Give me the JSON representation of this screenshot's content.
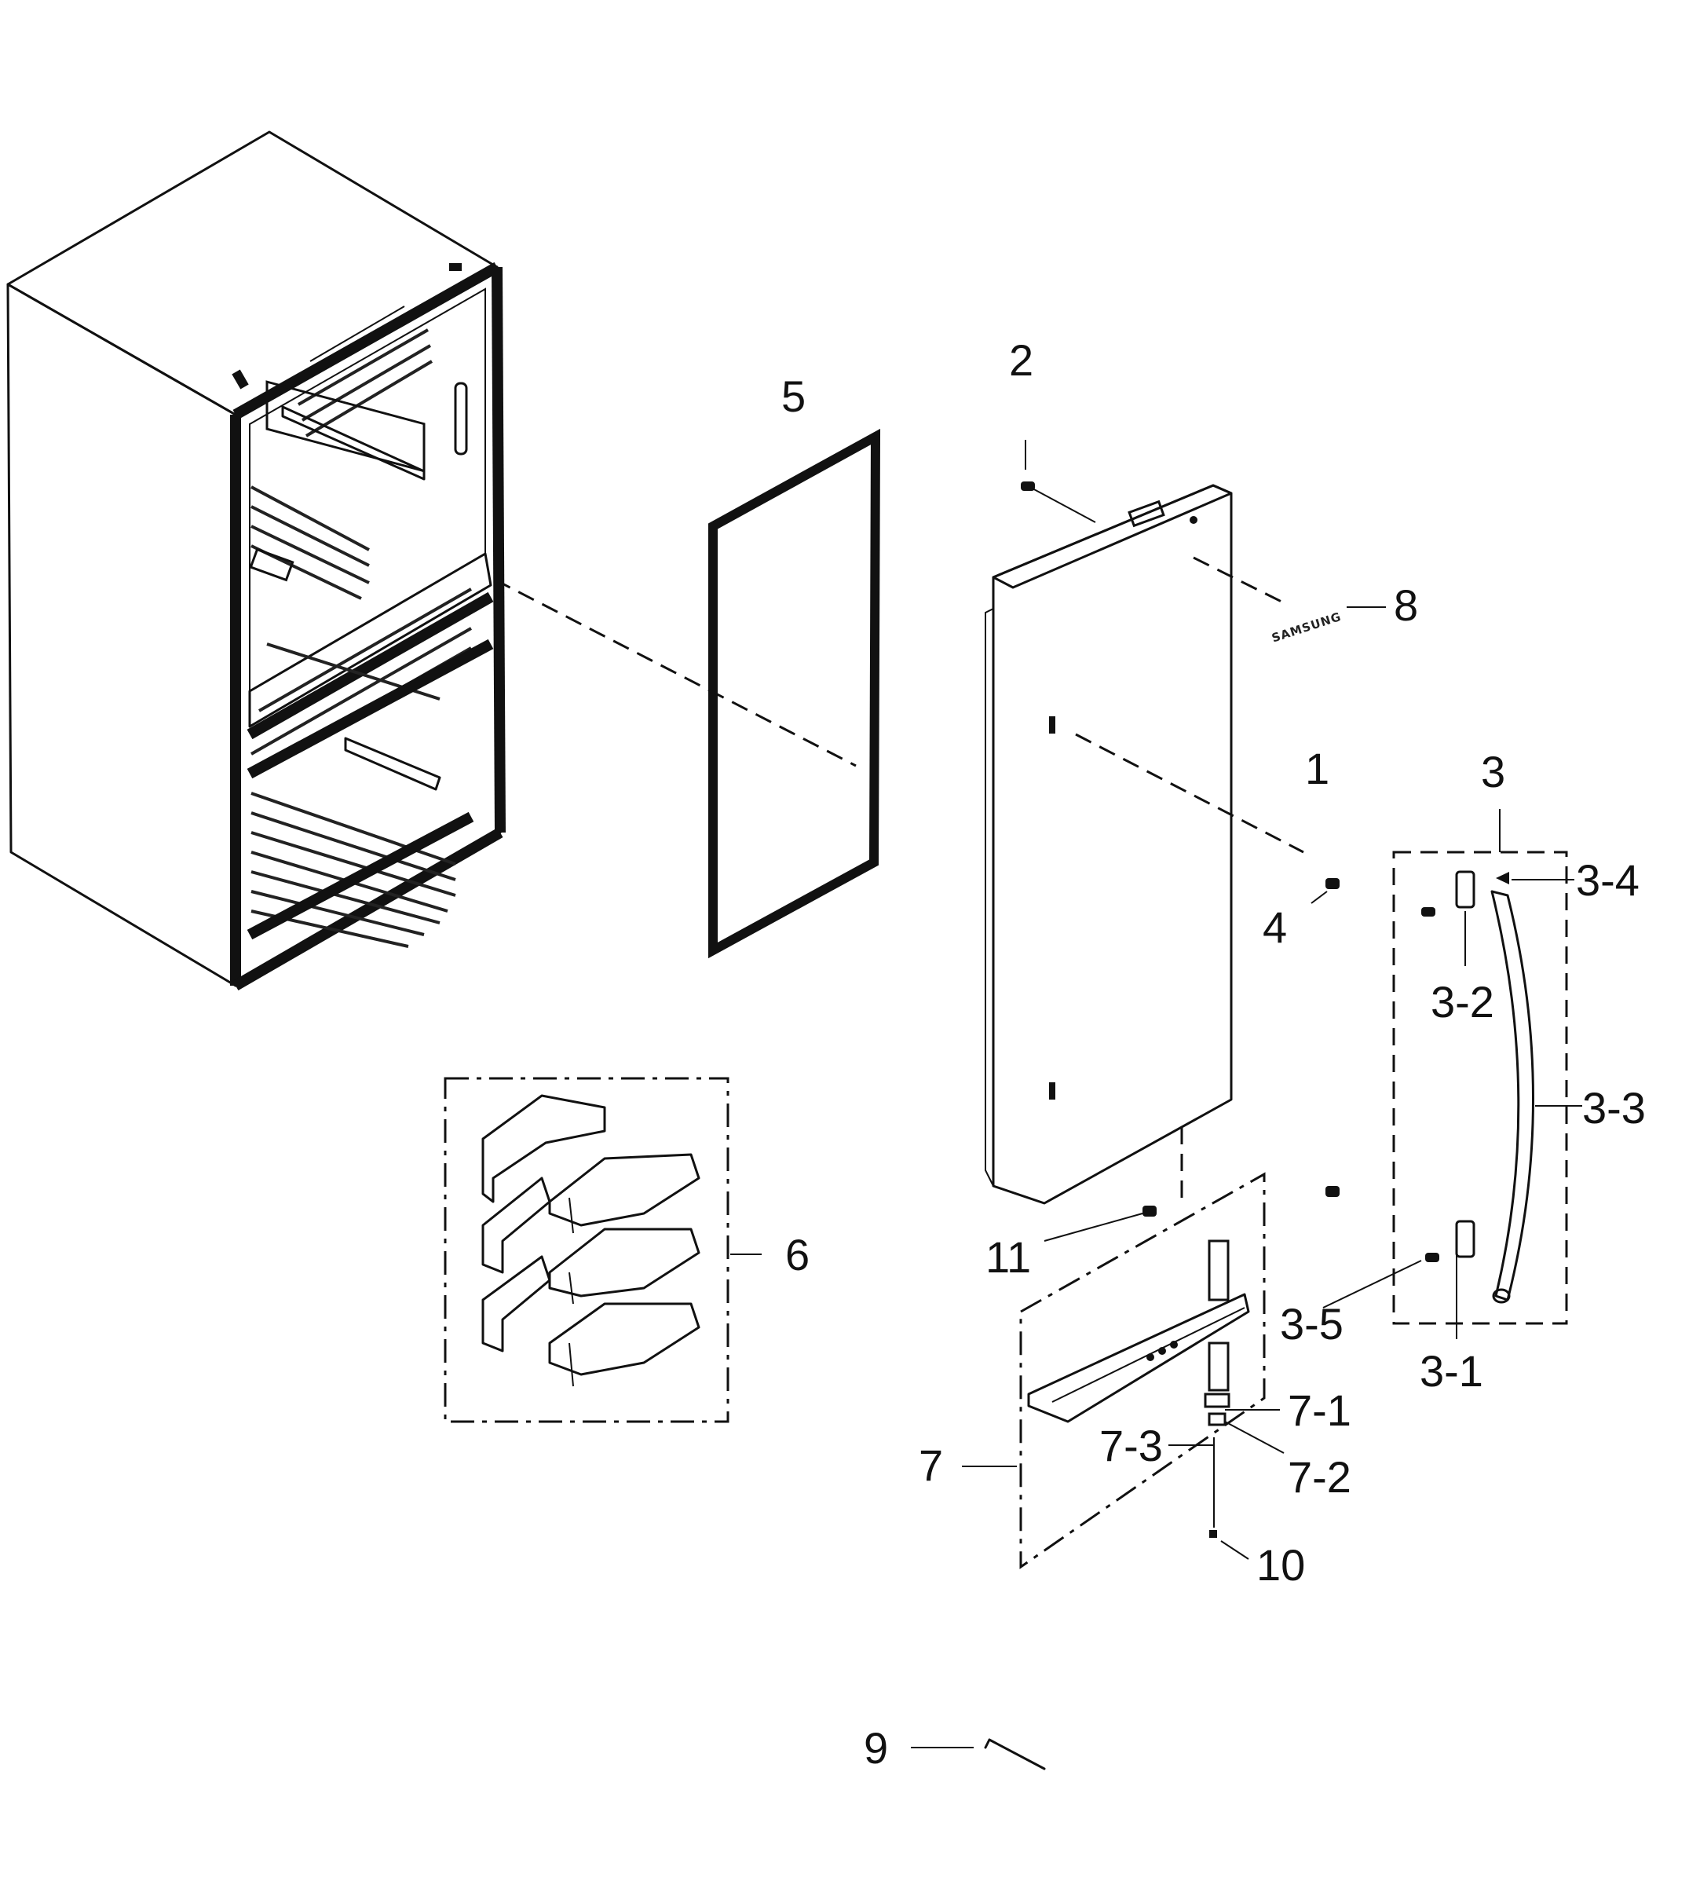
{
  "callouts": {
    "c1": "1",
    "c2": "2",
    "c3": "3",
    "c3_1": "3-1",
    "c3_2": "3-2",
    "c3_3": "3-3",
    "c3_4": "3-4",
    "c3_5": "3-5",
    "c4": "4",
    "c5": "5",
    "c6": "6",
    "c7": "7",
    "c7_1": "7-1",
    "c7_2": "7-2",
    "c7_3": "7-3",
    "c8": "8",
    "c9": "9",
    "c10": "10",
    "c11": "11"
  },
  "brand_text": "SAMSUNG",
  "colors": {
    "line": "#111111",
    "background": "#ffffff"
  }
}
